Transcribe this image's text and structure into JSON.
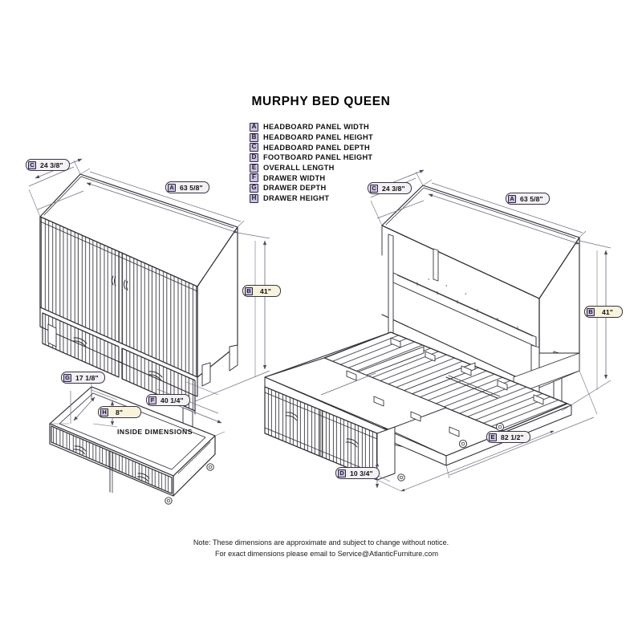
{
  "title": "MURPHY BED QUEEN",
  "legend": {
    "items": [
      {
        "key": "A",
        "label": "HEADBOARD PANEL WIDTH"
      },
      {
        "key": "B",
        "label": "HEADBOARD PANEL HEIGHT"
      },
      {
        "key": "C",
        "label": "HEADBOARD PANEL DEPTH"
      },
      {
        "key": "D",
        "label": "FOOTBOARD PANEL HEIGHT"
      },
      {
        "key": "E",
        "label": "OVERALL LENGTH"
      },
      {
        "key": "F",
        "label": "DRAWER WIDTH"
      },
      {
        "key": "G",
        "label": "DRAWER DEPTH"
      },
      {
        "key": "H",
        "label": "DRAWER HEIGHT"
      }
    ]
  },
  "callouts": {
    "closed_depth": {
      "key": "C",
      "value": "24 3/8\""
    },
    "closed_width": {
      "key": "A",
      "value": "63 5/8\""
    },
    "closed_height": {
      "key": "B",
      "value": "41\""
    },
    "drawer_depth": {
      "key": "G",
      "value": "17 1/8\""
    },
    "drawer_width": {
      "key": "F",
      "value": "40 1/4\""
    },
    "drawer_height": {
      "key": "H",
      "value": "8\""
    },
    "open_depth": {
      "key": "C",
      "value": "24 3/8\""
    },
    "open_width": {
      "key": "A",
      "value": "63 5/8\""
    },
    "open_height": {
      "key": "B",
      "value": "41\""
    },
    "overall_length": {
      "key": "E",
      "value": "82 1/2\""
    },
    "footboard_height": {
      "key": "D",
      "value": "10 3/4\""
    }
  },
  "annotations": {
    "inside_dimensions": "INSIDE DIMENSIONS"
  },
  "footer": {
    "line1": "Note:  These dimensions are approximate and subject to change without notice.",
    "line2": "For exact dimensions please email to Service@AtlanticFurniture.com"
  },
  "colors": {
    "badge_fill": "#c9c2dd",
    "badge_border": "#2f2545",
    "callout_bg": "#f3f1f4",
    "callout_cream_bg": "#f7f3dc",
    "line": "#2b2b33",
    "dim_line": "#6f6f86",
    "page_bg": "#ffffff"
  }
}
